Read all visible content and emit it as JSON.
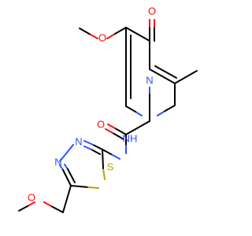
{
  "molecule": {
    "colors": {
      "carbon": "#000000",
      "oxygen": "#ff0d0d",
      "nitrogen": "#3050f8",
      "sulfur": "#b8a400"
    },
    "atoms": {
      "ring_oxo_o": "O",
      "methoxy_o": "O",
      "pyridone_n": "N",
      "amide_o": "O",
      "amide_nh": "NH",
      "thiadiazole_n3": "N",
      "thiadiazole_n4": "N",
      "thiadiazole_s": "S",
      "ether_o": "O"
    }
  }
}
